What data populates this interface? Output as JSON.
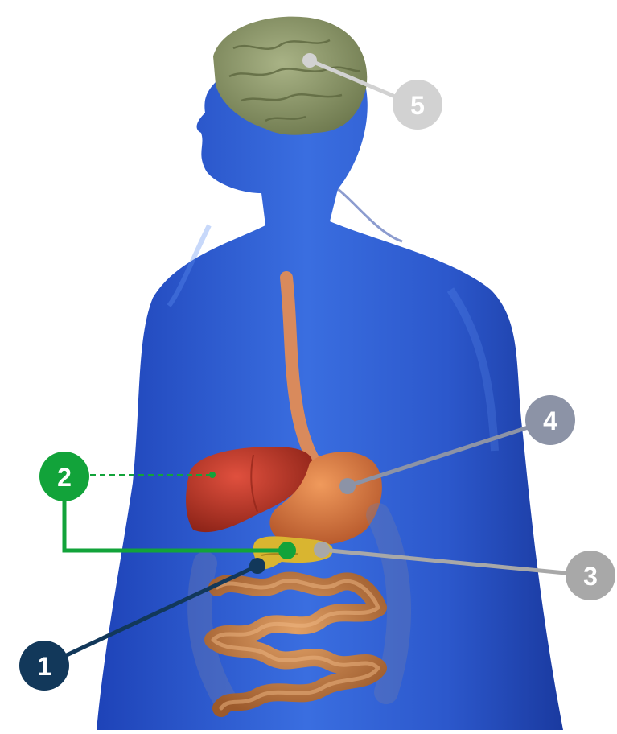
{
  "figure": {
    "callouts": [
      {
        "id": "c1",
        "number": "1",
        "color": "#12385a"
      },
      {
        "id": "c2",
        "number": "2",
        "color": "#12a33a"
      },
      {
        "id": "c3",
        "number": "3",
        "color": "#a8a8a8"
      },
      {
        "id": "c4",
        "number": "4",
        "color": "#8c93a6"
      },
      {
        "id": "c5",
        "number": "5",
        "color": "#d2d2d2"
      }
    ],
    "colors": {
      "body": "#2f5fd4",
      "body_highlight": "#5f8ef0",
      "body_shadow": "#1a3aa0",
      "brain": "#8f9a6b",
      "liver": "#c43a2c",
      "stomach": "#d9773c",
      "esophagus": "#d98a5c",
      "pancreas": "#d9b530",
      "intestine": "#c9783e"
    }
  }
}
